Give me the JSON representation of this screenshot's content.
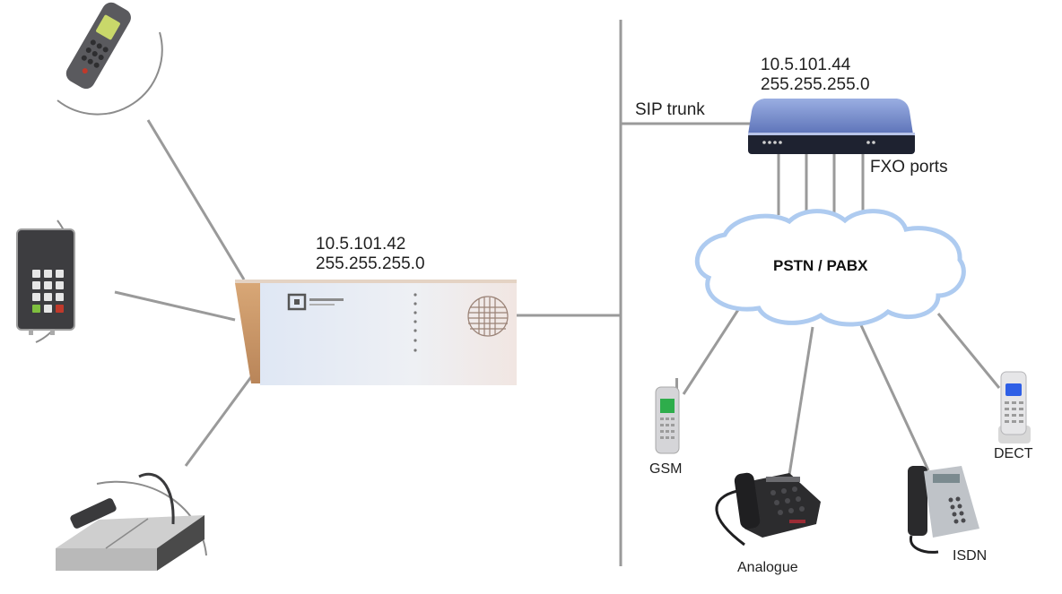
{
  "diagram": {
    "title": "Intercom server SIP trunk to PSTN/PABX via FXO gateway",
    "server": {
      "name": "intercom-server",
      "ip": "10.5.101.42",
      "netmask": "255.255.255.0"
    },
    "gateway": {
      "name": "sip-fxo-gateway",
      "ip": "10.5.101.44",
      "netmask": "255.255.255.0",
      "ports_label": "FXO ports",
      "fxo_port_count": 4
    },
    "trunk_label": "SIP trunk",
    "network_label": "PSTN / PABX",
    "left_endpoints": [
      {
        "name": "wireless-handset",
        "icon": "cordless-phone-icon"
      },
      {
        "name": "door-station-keypad",
        "icon": "keypad-station-icon"
      },
      {
        "name": "desk-master-station",
        "icon": "desk-station-icon"
      }
    ],
    "phones": [
      {
        "label": "GSM",
        "icon": "mobile-phone-icon"
      },
      {
        "label": "Analogue",
        "icon": "analogue-phone-icon"
      },
      {
        "label": "ISDN",
        "icon": "isdn-phone-icon"
      },
      {
        "label": "DECT",
        "icon": "dect-phone-icon"
      }
    ],
    "colors": {
      "line": "#9a9a9a",
      "cloud_stroke": "#aecbf0",
      "gateway_body": "#7d93cf",
      "server_body": "#e8ecf3",
      "server_side": "#c9996b"
    }
  }
}
